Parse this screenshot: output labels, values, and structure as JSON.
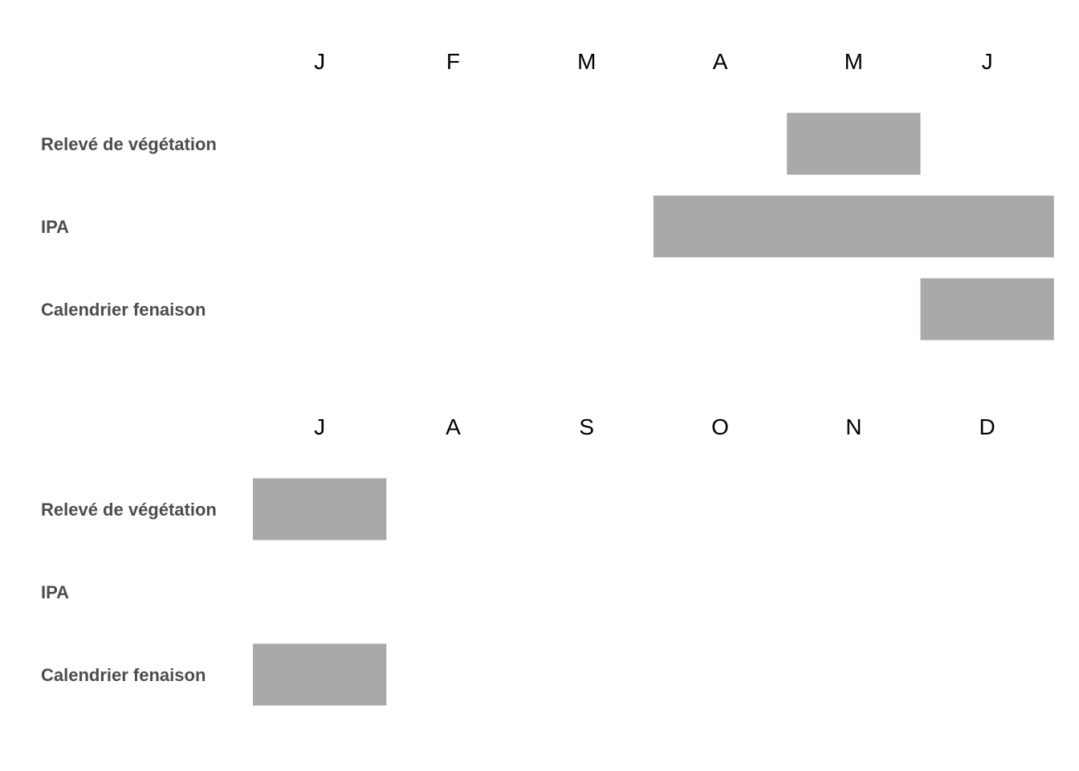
{
  "chart_data": {
    "type": "bar",
    "bar_color": "#a9a9a9",
    "panels": [
      {
        "months": [
          "J",
          "F",
          "M",
          "A",
          "M",
          "J"
        ],
        "tasks": [
          {
            "label": "Relevé de végétation",
            "start": 5,
            "end": 6
          },
          {
            "label": "IPA",
            "start": 4,
            "end": 7
          },
          {
            "label": "Calendrier fenaison",
            "start": 6,
            "end": 7
          }
        ]
      },
      {
        "months": [
          "J",
          "A",
          "S",
          "O",
          "N",
          "D"
        ],
        "tasks": [
          {
            "label": "Relevé de végétation",
            "start": 7,
            "end": 8
          },
          {
            "label": "IPA",
            "start": null,
            "end": null
          },
          {
            "label": "Calendrier fenaison",
            "start": 7,
            "end": 8
          }
        ]
      }
    ]
  }
}
